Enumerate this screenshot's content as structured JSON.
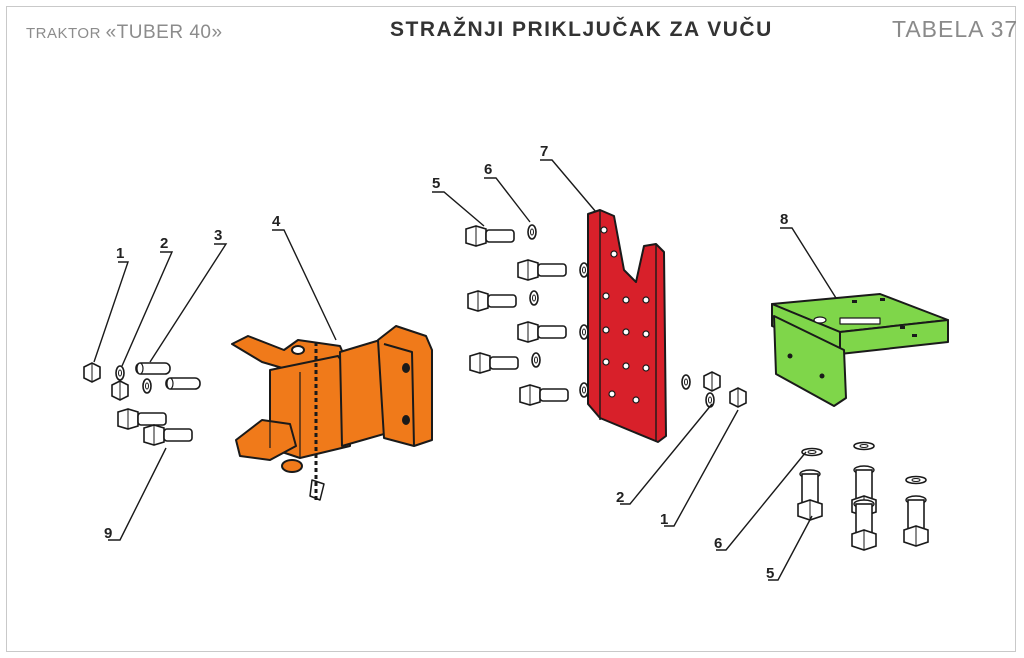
{
  "header": {
    "left_prefix": "TRAKTOR ",
    "left_quote_open": "«",
    "left_model": "TUBER 40",
    "left_quote_close": "»",
    "center_title": "STRAŽNJI PRIKLJUČAK ZA VUČU",
    "right_table": "TABELA 37"
  },
  "colors": {
    "hitch": "#f07a1a",
    "plate": "#d8202a",
    "bracket": "#7fd64a",
    "outline": "#1a1a1a"
  },
  "callouts": {
    "c1_left": "1",
    "c2_left": "2",
    "c3": "3",
    "c4": "4",
    "c9": "9",
    "c5_top": "5",
    "c6_top": "6",
    "c7": "7",
    "c8": "8",
    "c2_right": "2",
    "c1_right": "1",
    "c6_bottom": "6",
    "c5_bottom": "5"
  },
  "parts": [
    "nut-icon",
    "washer-icon",
    "pin-icon",
    "towing-hitch-icon",
    "bolt-icon",
    "mounting-plate-icon",
    "support-bracket-icon"
  ]
}
